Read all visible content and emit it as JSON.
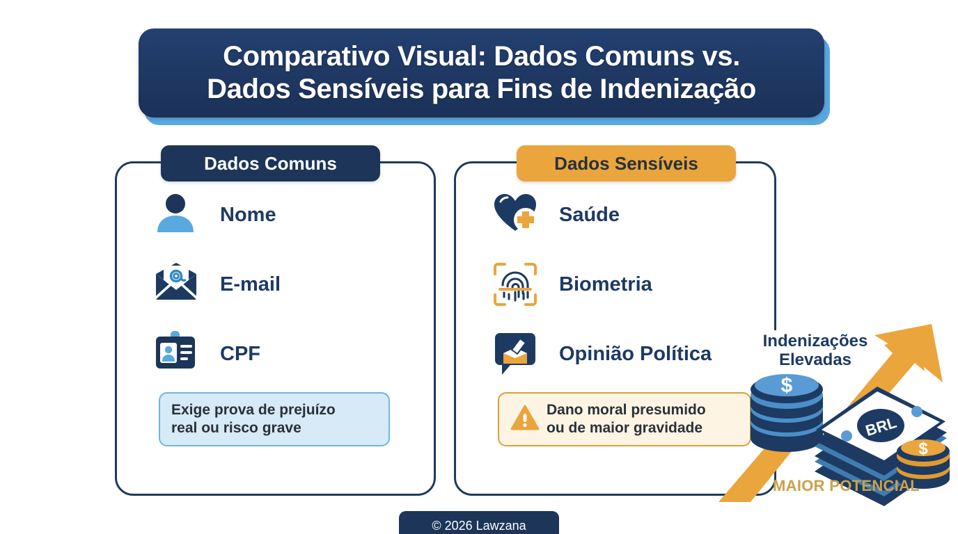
{
  "title": {
    "line1": "Comparativo Visual: Dados Comuns vs.",
    "line2": "Dados Sensíveis para Fins de Indenização"
  },
  "colors": {
    "navy": "#1c3559",
    "navy_border": "#1d3a5f",
    "orange": "#eaa53c",
    "light_blue": "#5aa8e0",
    "note_blue_bg": "#d6eaf7",
    "note_blue_border": "#6fb6da",
    "note_amber_bg": "#fdf4e4",
    "note_amber_border": "#d9a13c",
    "gold_text": "#c9a24a"
  },
  "cards": [
    {
      "id": "dados-comuns",
      "header": "Dados Comuns",
      "header_style": "navy",
      "items": [
        {
          "icon": "person-icon",
          "label": "Nome"
        },
        {
          "icon": "envelope-at-icon",
          "label": "E-mail"
        },
        {
          "icon": "id-badge-icon",
          "label": "CPF"
        }
      ],
      "note": {
        "icon": null,
        "line1": "Exige prova de prejuízo",
        "line2": "real ou risco grave"
      }
    },
    {
      "id": "dados-sensiveis",
      "header": "Dados Sensíveis",
      "header_style": "orange",
      "items": [
        {
          "icon": "heart-plus-icon",
          "label": "Saúde"
        },
        {
          "icon": "fingerprint-scan-icon",
          "label": "Biometria"
        },
        {
          "icon": "ballot-speech-bubble-icon",
          "label": "Opinião Política"
        }
      ],
      "note": {
        "icon": "warning-triangle-icon",
        "line1": "Dano moral presumido",
        "line2": "ou de maior gravidade"
      }
    }
  ],
  "money_graphic": {
    "caption_line1": "Indenizações",
    "caption_line2": "Elevadas",
    "potential_label": "MAIOR POTENCIAL",
    "banknote_currency": "BRL",
    "coin_symbol": "$",
    "arrow_icon": "up-trend-arrow-icon"
  },
  "footer": {
    "copyright": "© 2026 Lawzana"
  }
}
